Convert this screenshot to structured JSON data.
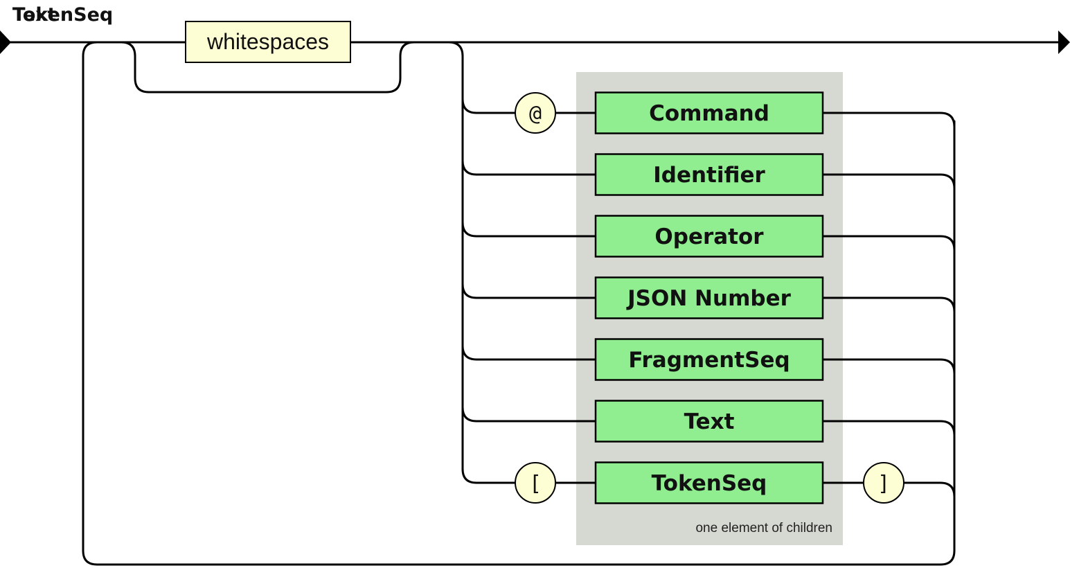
{
  "diagram": {
    "titles": [
      "TokenSeq",
      "Text"
    ],
    "whitespace_terminal": "whitespaces",
    "group_label": "one element of children",
    "alternatives": [
      {
        "prefix": "@",
        "name": "Command",
        "suffix": null
      },
      {
        "prefix": null,
        "name": "Identifier",
        "suffix": null
      },
      {
        "prefix": null,
        "name": "Operator",
        "suffix": null
      },
      {
        "prefix": null,
        "name": "JSON Number",
        "suffix": null
      },
      {
        "prefix": null,
        "name": "FragmentSeq",
        "suffix": null
      },
      {
        "prefix": null,
        "name": "Text",
        "suffix": null
      },
      {
        "prefix": "[",
        "name": "TokenSeq",
        "suffix": "]"
      }
    ],
    "colors": {
      "nonterminal_fill": "#90ee90",
      "terminal_fill": "#fefed5",
      "group_fill": "#d6d8d2",
      "track": "#000000"
    }
  }
}
